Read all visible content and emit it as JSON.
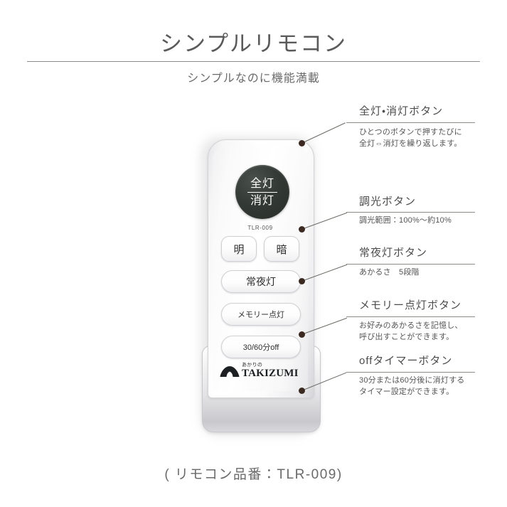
{
  "header": {
    "title": "シンプルリモコン",
    "subtitle": "シンプルなのに機能満載"
  },
  "remote": {
    "model_label": "TLR-009",
    "power_button": {
      "top_label": "全灯",
      "bottom_label": "消灯"
    },
    "dim_buttons": [
      {
        "label": "明"
      },
      {
        "label": "暗"
      }
    ],
    "pill_buttons": [
      {
        "label": "常夜灯"
      },
      {
        "label": "メモリー点灯"
      },
      {
        "label": "30/60分off"
      }
    ],
    "brand": {
      "tagline": "あかりの",
      "name": "TAKIZUMI"
    }
  },
  "callouts": [
    {
      "title": "全灯・消灯ボタン",
      "desc_line1": "ひとつのボタンで押すたびに",
      "desc_line2": "全灯⇔消灯を繰り返します。"
    },
    {
      "title": "調光ボタン",
      "desc_line1": "調光範囲：100%〜約10%",
      "desc_line2": ""
    },
    {
      "title": "常夜灯ボタン",
      "desc_line1": "あかるさ　5段階",
      "desc_line2": ""
    },
    {
      "title": "メモリー点灯ボタン",
      "desc_line1": "お好みのあかるさを記憶し、",
      "desc_line2": "呼び出すことができます。"
    },
    {
      "title": "offタイマーボタン",
      "desc_line1": "30分または60分後に消灯する",
      "desc_line2": "タイマー設定ができます。"
    }
  ],
  "caption": "( リモコン品番：TLR-009)",
  "colors": {
    "background": "#ffffff",
    "text": "#4d4d4d",
    "rule": "#8f8b86",
    "dot": "#3b2a22",
    "power_button": "#2f3431"
  }
}
